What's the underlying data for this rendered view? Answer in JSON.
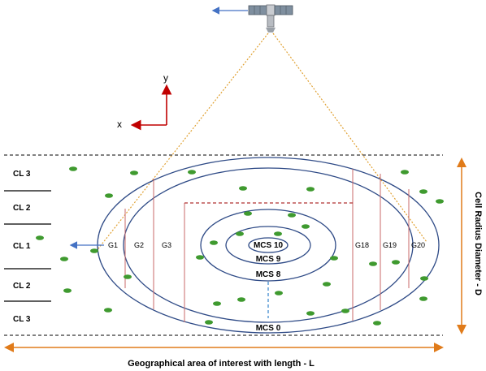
{
  "axes": {
    "y_label": "y",
    "x_label": "x"
  },
  "cell_labels": [
    "CL 3",
    "CL 2",
    "CL 1",
    "CL 2",
    "CL 3"
  ],
  "gateways": [
    "G1",
    "G2",
    "G3",
    "G18",
    "G19",
    "G20"
  ],
  "mcs_labels": [
    "MCS 10",
    "MCS 9",
    "MCS 8",
    "MCS 0"
  ],
  "diameter_label": "Cell Radius Diameter - D",
  "length_label": "Geographical area of interest with length - L",
  "colors": {
    "ellipse": "#2e4a86",
    "gateway_line": "#c86a6a",
    "dashed_red": "#b03030",
    "arrow_blue": "#4472c4",
    "axis_red": "#c00000",
    "orange": "#e07b1a",
    "beam": "#e0a030",
    "dot": "#3f9a2f",
    "dashed_blue": "#5b9bd5"
  },
  "icons": {
    "satellite": "satellite-icon"
  }
}
